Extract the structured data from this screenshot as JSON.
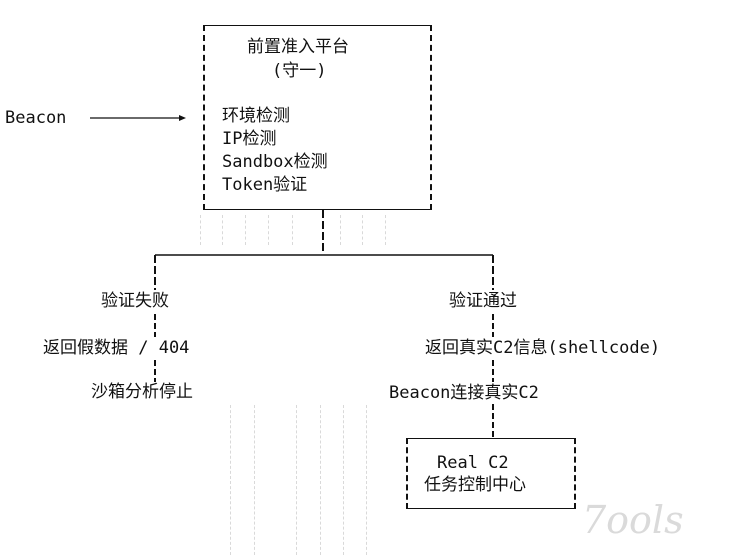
{
  "gateway": {
    "title": "前置准入平台",
    "subtitle": "(守一)",
    "checks": [
      "环境检测",
      "IP检测",
      "Sandbox检测",
      "Token验证"
    ]
  },
  "source_label": "Beacon",
  "fail_branch": {
    "label": "验证失败",
    "response": "返回假数据 / 404",
    "result": "沙箱分析停止"
  },
  "pass_branch": {
    "label": "验证通过",
    "response": "返回真实C2信息(shellcode)",
    "result": "Beacon连接真实C2"
  },
  "real_c2": {
    "title": "Real C2",
    "subtitle": "任务控制中心"
  },
  "watermark": "7ools"
}
